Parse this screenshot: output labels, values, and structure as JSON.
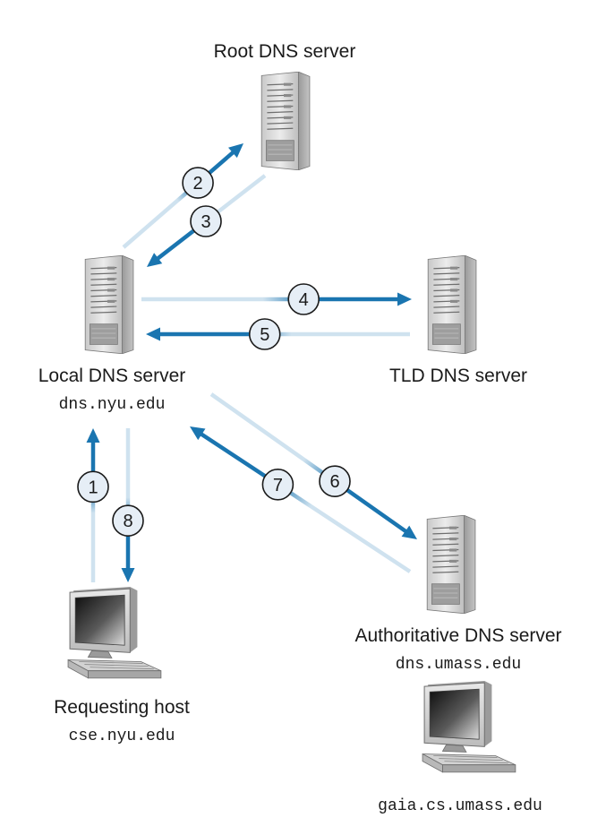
{
  "nodes": {
    "root": {
      "label": "Root DNS server"
    },
    "local": {
      "label": "Local DNS server",
      "hostname": "dns.nyu.edu"
    },
    "tld": {
      "label": "TLD DNS server"
    },
    "authoritative": {
      "label": "Authoritative DNS server",
      "hostname": "dns.umass.edu"
    },
    "requesting": {
      "label": "Requesting host",
      "hostname": "cse.nyu.edu"
    },
    "target": {
      "hostname": "gaia.cs.umass.edu"
    }
  },
  "steps": [
    {
      "n": "1",
      "from": "requesting",
      "to": "local"
    },
    {
      "n": "2",
      "from": "local",
      "to": "root"
    },
    {
      "n": "3",
      "from": "root",
      "to": "local"
    },
    {
      "n": "4",
      "from": "local",
      "to": "tld"
    },
    {
      "n": "5",
      "from": "tld",
      "to": "local"
    },
    {
      "n": "6",
      "from": "local",
      "to": "authoritative"
    },
    {
      "n": "7",
      "from": "authoritative",
      "to": "local"
    },
    {
      "n": "8",
      "from": "local",
      "to": "requesting"
    }
  ],
  "colors": {
    "arrow_dark": "#1a75b0",
    "arrow_light": "#cfe2ef",
    "step_circle_fill": "#e6eef6",
    "step_circle_stroke": "#1a1a1a"
  }
}
